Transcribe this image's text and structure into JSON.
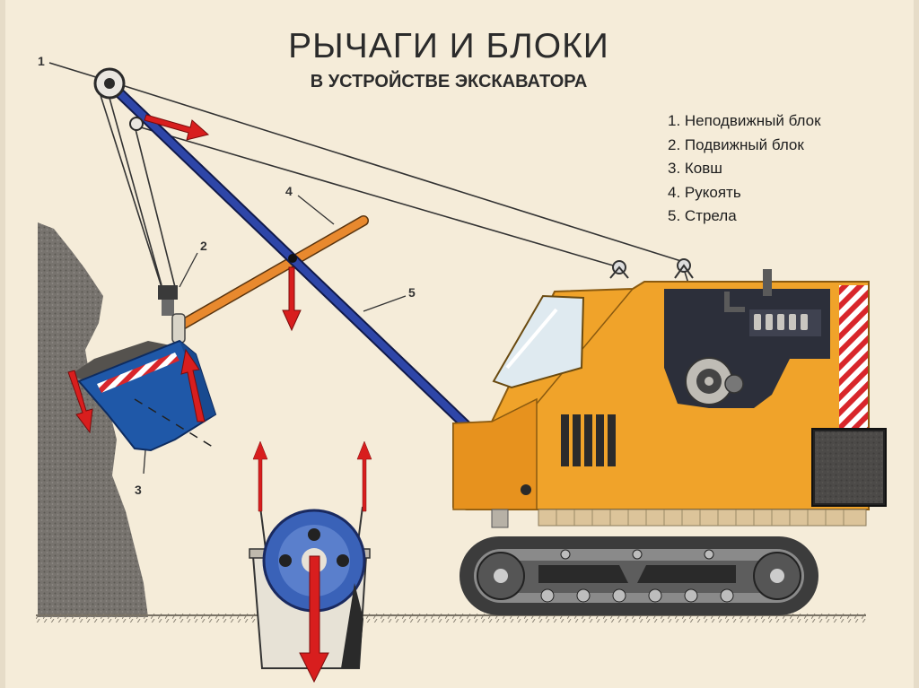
{
  "title": "РЫЧАГИ И БЛОКИ",
  "subtitle": "В УСТРОЙСТВЕ ЭКСКАВАТОРА",
  "legend": [
    "1. Неподвижный блок",
    "2. Подвижный блок",
    "3. Ковш",
    "4. Рукоять",
    "5. Стрела"
  ],
  "callouts": [
    "1",
    "2",
    "3",
    "4",
    "5"
  ],
  "colors": {
    "background": "#f5ecd9",
    "body": "#f0a32a",
    "boom": "#2a3f9a",
    "handle": "#e8892e",
    "bucket": "#1f58a8",
    "arrow": "#d81e1e",
    "track": "#4a4a4a",
    "rock": "#6d6a66"
  }
}
